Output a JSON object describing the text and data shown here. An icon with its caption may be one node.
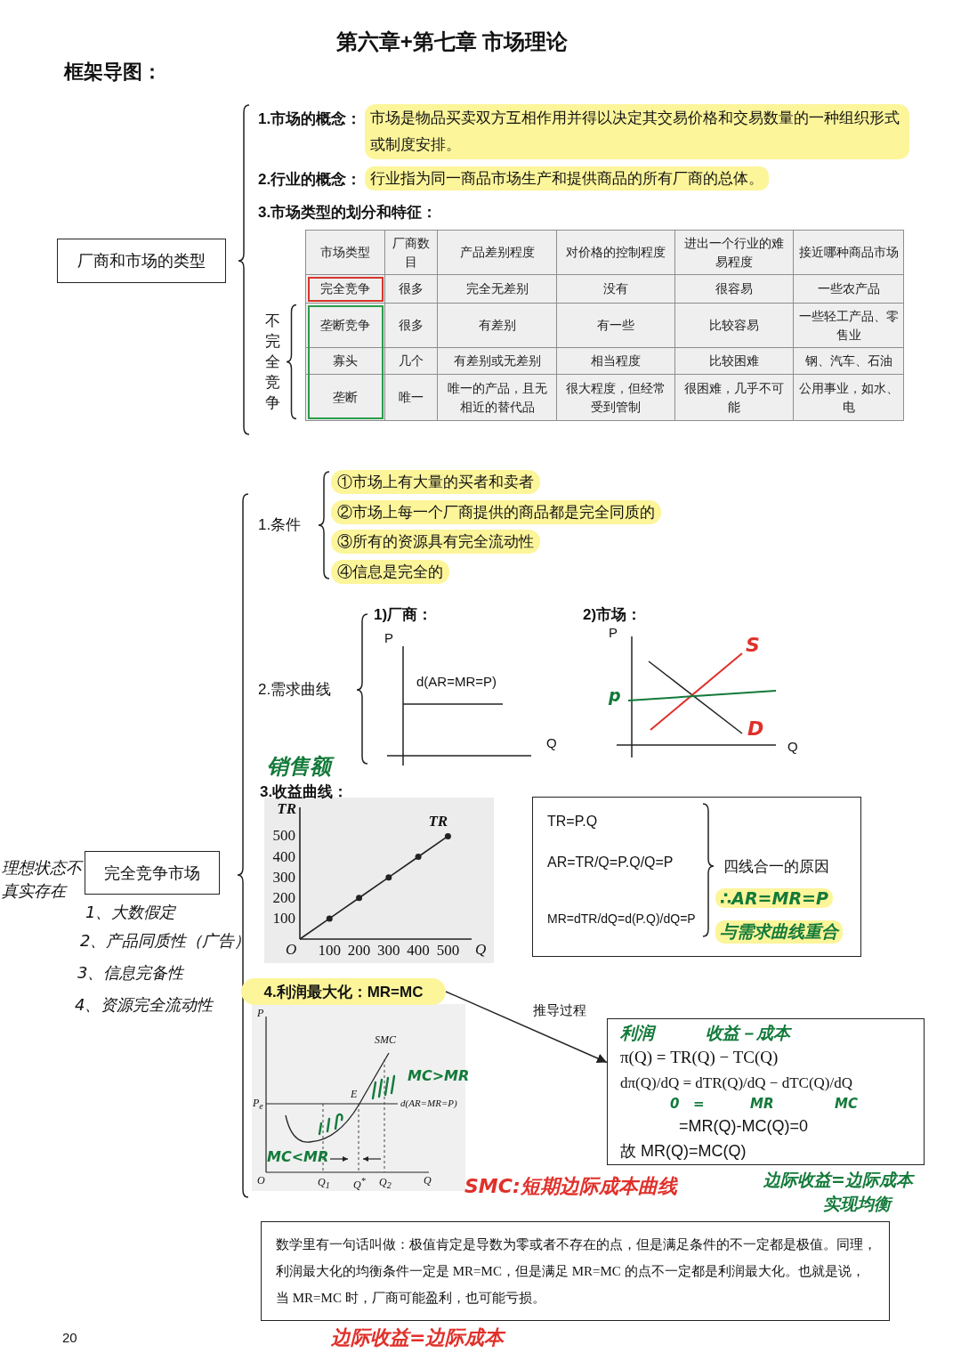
{
  "diagram": {
    "title": "第六章+第七章 市场理论",
    "nodes": [
      {
        "text": [
          "厂商和市场的类型"
        ]
      },
      {
        "text": [
          "完全竞争市场"
        ],
        "beside": [
          "理想状态不真实存在",
          "1、大数假定",
          "2、产品同质性（广告）",
          "3、信息完备性",
          "4、资源完全流动性"
        ]
      },
      {
        "text": [
          "①市场上有大量的买者和卖者"
        ]
      },
      {
        "text": [
          "②市场上每一个厂商提供的商品都是完全同质的"
        ]
      },
      {
        "text": [
          "③所有的资源具有完全流动性"
        ]
      },
      {
        "text": [
          "④信息是完全的"
        ]
      },
      {
        "text": [
          "TR=P.Q",
          "AR=TR/Q=P.Q/Q=P",
          "MR=dTR/dQ=d(P.Q)/dQ=P",
          "四线合一的原因",
          "∴AR=MR=P",
          "与需求曲线重合"
        ]
      },
      {
        "text": [
          "4.利润最大化：MR=MC"
        ]
      },
      {
        "text": [
          "利润",
          "收益－成本",
          "π(Q) = TR(Q) − TC(Q)",
          "dπ(Q)/dQ = dTR(Q)/dQ − dTC(Q)/dQ",
          "0",
          "=",
          "MR",
          "MC",
          "=MR(Q)-MC(Q)=0",
          "故 MR(Q)=MC(Q)"
        ]
      },
      {
        "text": [
          "数学里有一句话叫做：极值肯定是导数为零或者不存在的点，但是满足条件的不一定都是极值。同理，利润最大化的均衡条件一定是 MR=MC，但是满足 MR=MC 的点不一定都是利润最大化。也就是说，当 MR=MC 时，厂商可能盈利，也可能亏损。"
        ]
      }
    ],
    "edges": [
      {
        "from": 7,
        "to": 8,
        "arrow": "to",
        "label": "推导过程"
      }
    ],
    "labels": [
      "框架导图：",
      "1.市场的概念：",
      "市场是物品买卖双方互相作用并得以决定其交易价格和交易数量的一种组织形式或制度安排。",
      "2.行业的概念：",
      "行业指为同一商品市场生产和提供商品的所有厂商的总体。",
      "3.市场类型的划分和特征：",
      "市场类型",
      "厂商数目",
      "产品差别程度",
      "对价格的控制程度",
      "进出一个行业的难易程度",
      "接近哪种商品市场",
      "完全竞争",
      "很多",
      "完全无差别",
      "没有",
      "很容易",
      "一些农产品",
      "垄断竞争",
      "很多",
      "有差别",
      "有一些",
      "比较容易",
      "一些轻工产品、零售业",
      "寡头",
      "几个",
      "有差别或无差别",
      "相当程度",
      "比较困难",
      "钢、汽车、石油",
      "垄断",
      "唯一",
      "唯一的产品，且无相近的替代品",
      "很大程度，但经常受到管制",
      "很困难，几乎不可能",
      "公用事业，如水、电",
      "不完全竞争",
      "1.条件",
      "2.需求曲线",
      "1)厂商：",
      "P",
      "d(AR=MR=P)",
      "Q",
      "2)市场：",
      "P",
      "S",
      "p",
      "D",
      "Q",
      "销售额",
      "3.收益曲线：",
      "O",
      "P",
      "SMC",
      "MC>MR",
      "E",
      "P$_{e}$",
      "d(AR=MR=P)",
      "MC<MR",
      "O",
      "Q$_{1}$",
      "Q$^{*}$",
      "Q$_{2}$",
      "Q",
      "SMC:短期边际成本曲线",
      "边际收益=边际成本",
      "实现均衡",
      "边际收益=边际成本",
      "20"
    ],
    "chart_data": {
      "type": "line",
      "xlabel": "Q",
      "ylabel": "TR",
      "x": [
        0,
        100,
        200,
        300,
        400,
        500
      ],
      "series": [
        {
          "name": "TR",
          "color": "#222222",
          "marker": "circle",
          "values": [
            0,
            100,
            200,
            300,
            400,
            500
          ]
        }
      ],
      "xlim": [
        0,
        580
      ],
      "ylim": [
        0,
        640
      ],
      "xticks": [
        100,
        200,
        300,
        400,
        500
      ],
      "yticks": [
        100,
        200,
        300,
        400,
        500
      ]
    }
  }
}
